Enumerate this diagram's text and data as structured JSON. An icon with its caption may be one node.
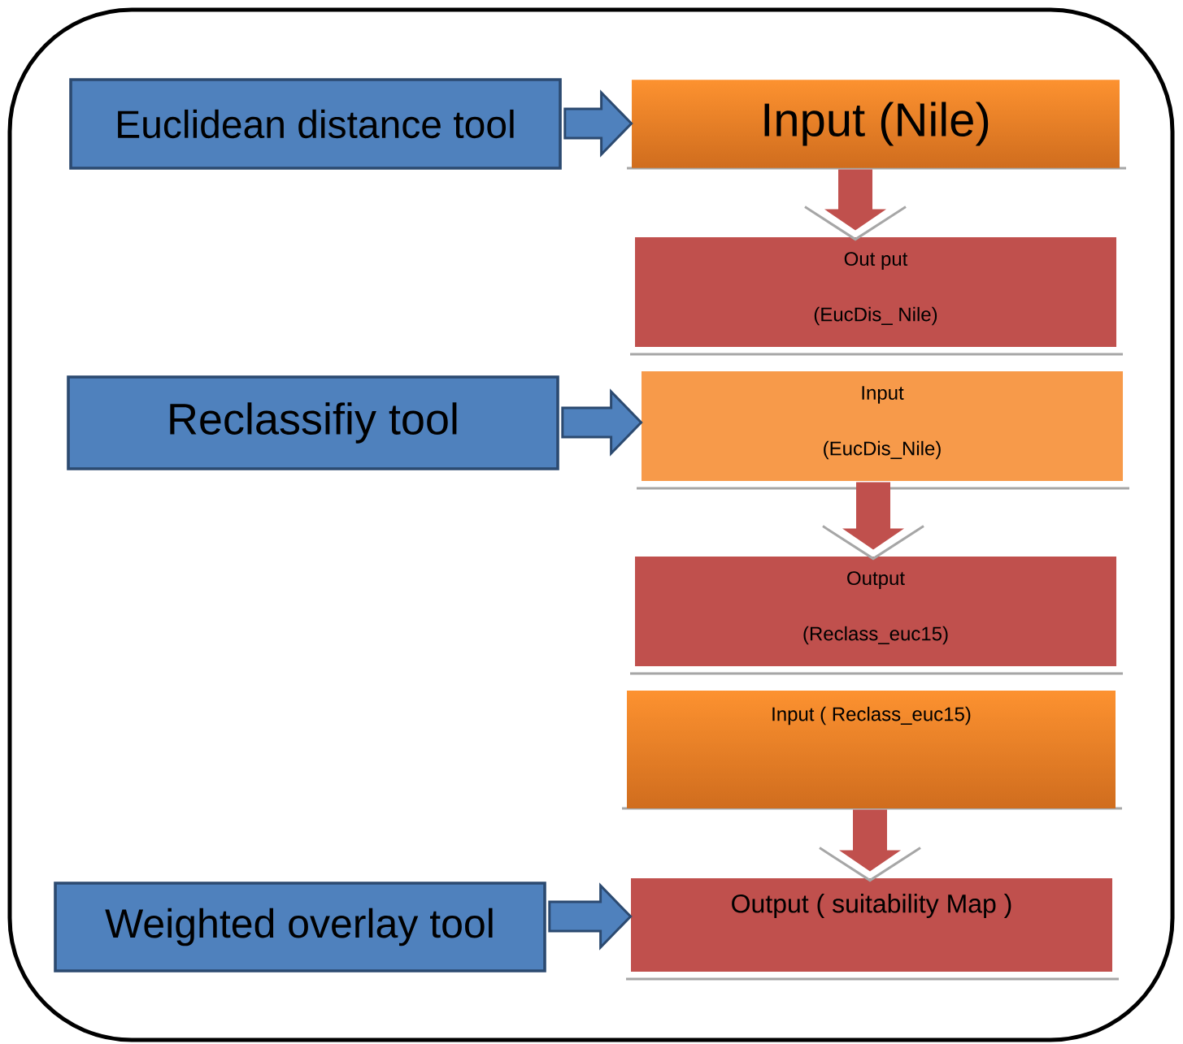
{
  "diagram": {
    "nodes": [
      {
        "text": [
          "Euclidean distance tool"
        ]
      },
      {
        "text": [
          "Input (Nile)"
        ]
      },
      {
        "text": [
          "Out put",
          "(EucDis_ Nile)"
        ]
      },
      {
        "text": [
          "Reclassifiy tool"
        ]
      },
      {
        "text": [
          "Input",
          "(EucDis_Nile)"
        ]
      },
      {
        "text": [
          "Output",
          "(Reclass_euc15)"
        ]
      },
      {
        "text": [
          "Input ( Reclass_euc15)"
        ]
      },
      {
        "text": [
          "Weighted overlay tool"
        ]
      },
      {
        "text": [
          "Output ( suitability Map )"
        ]
      }
    ],
    "edges": [
      {
        "from": 0,
        "to": 1,
        "arrow": "to"
      },
      {
        "from": 1,
        "to": 2,
        "arrow": "to"
      },
      {
        "from": 3,
        "to": 4,
        "arrow": "to"
      },
      {
        "from": 4,
        "to": 5,
        "arrow": "to"
      },
      {
        "from": 7,
        "to": 8,
        "arrow": "to"
      },
      {
        "from": 6,
        "to": 8,
        "arrow": "to"
      }
    ]
  }
}
